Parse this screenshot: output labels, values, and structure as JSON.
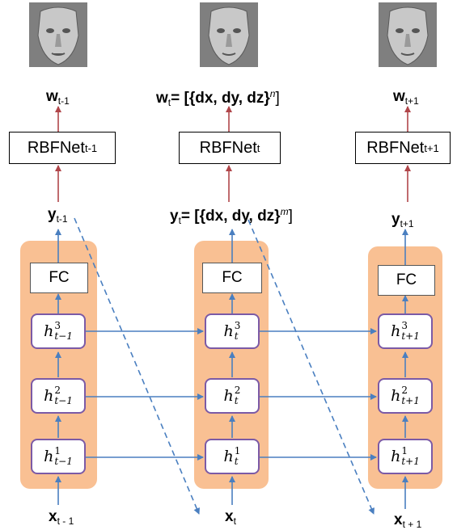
{
  "columns": [
    {
      "w_label": {
        "var": "w",
        "sub": "t-1",
        "extra": ""
      },
      "rbf": {
        "name": "RBFNet",
        "sub": "t-1"
      },
      "y_label": {
        "var": "y",
        "sub": "t-1",
        "extra": ""
      },
      "fc_label": "FC",
      "cells": [
        {
          "base": "h",
          "sup": "3",
          "sub": "t−1"
        },
        {
          "base": "h",
          "sup": "2",
          "sub": "t−1"
        },
        {
          "base": "h",
          "sup": "1",
          "sub": "t−1"
        }
      ],
      "x_label": {
        "var": "x",
        "sub": "t - 1"
      }
    },
    {
      "w_label": {
        "var": "w",
        "sub": "t",
        "extra": "= [{dx, dy, dz}",
        "extra_sup": "n",
        "extra_end": "]"
      },
      "rbf": {
        "name": "RBFNet",
        "sub": "t"
      },
      "y_label": {
        "var": "y",
        "sub": "t",
        "extra": "= [{dx, dy, dz}",
        "extra_sup": "m",
        "extra_end": "]"
      },
      "fc_label": "FC",
      "cells": [
        {
          "base": "h",
          "sup": "3",
          "sub": "t"
        },
        {
          "base": "h",
          "sup": "2",
          "sub": "t"
        },
        {
          "base": "h",
          "sup": "1",
          "sub": "t"
        }
      ],
      "x_label": {
        "var": "x",
        "sub": "t"
      }
    },
    {
      "w_label": {
        "var": "w",
        "sub": "t+1",
        "extra": ""
      },
      "rbf": {
        "name": "RBFNet",
        "sub": "t+1"
      },
      "y_label": {
        "var": "y",
        "sub": "t+1",
        "extra": ""
      },
      "fc_label": "FC",
      "cells": [
        {
          "base": "h",
          "sup": "3",
          "sub": "t+1"
        },
        {
          "base": "h",
          "sup": "2",
          "sub": "t+1"
        },
        {
          "base": "h",
          "sup": "1",
          "sub": "t+1"
        }
      ],
      "x_label": {
        "var": "x",
        "sub": "t + 1"
      }
    }
  ],
  "colors": {
    "lstm_block": "#f9c093",
    "cell_border": "#7b5aa6",
    "blue_arrow": "#4a7fc0",
    "red_arrow": "#b0464a"
  }
}
